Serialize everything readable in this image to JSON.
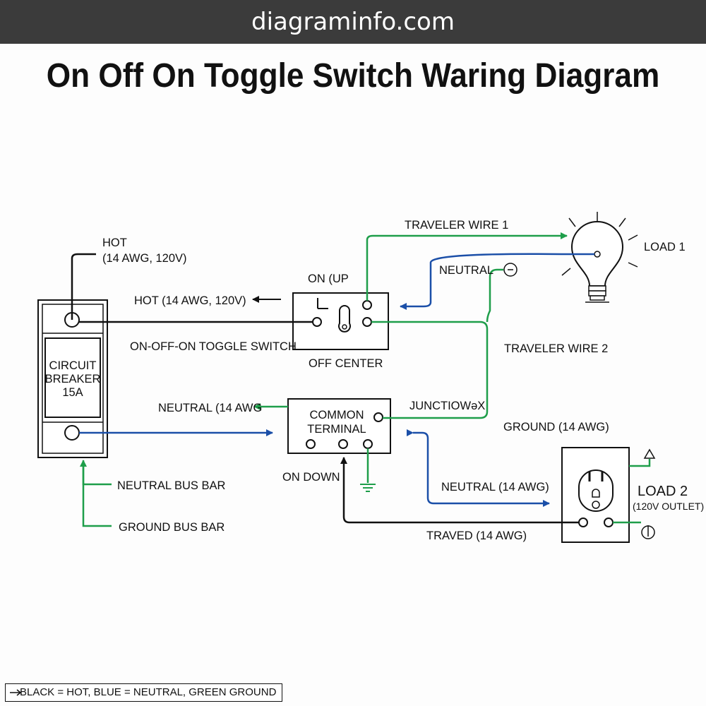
{
  "site": {
    "name": "diagraminfo.com"
  },
  "title": "On Off On Toggle Switch Waring Diagram",
  "colors": {
    "hot": "#111111",
    "neutral": "#1b4fa8",
    "ground": "#1e9e4a"
  },
  "labels": {
    "hot_top_1": "HOT",
    "hot_top_2": "(14 AWG, 120V)",
    "hot_arrow": "HOT (14 AWG, 120V)",
    "on_up": "ON (UP",
    "switch_name": "ON-OFF-ON TOGGLE SWITCH",
    "off_center": "OFF CENTER",
    "breaker_1": "CIRCUIT",
    "breaker_2": "BREAKER",
    "breaker_3": "15A",
    "traveler_1": "TRAVELER WIRE 1",
    "neutral_top": "NEUTRAL",
    "load1": "LOAD 1",
    "traveler_2": "TRAVELER WIRE 2",
    "neutral_mid": "NEUTRAL (14 AWG",
    "common_1": "COMMON",
    "common_2": "TERMINAL",
    "junction": "JUNCTIOWəX",
    "ground_awg": "GROUND (14 AWG)",
    "on_down": "ON DOWN",
    "neutral_bus": "NEUTRAL BUS BAR",
    "ground_bus": "GROUND BUS BAR",
    "neutral_awg": "NEUTRAL (14 AWG)",
    "load2": "LOAD 2",
    "load2_sub": "(120V OUTLET)",
    "traved": "TRAVED (14 AWG)"
  },
  "legend": "BLACK = HOT, BLUE = NEUTRAL, GREEN GROUND"
}
